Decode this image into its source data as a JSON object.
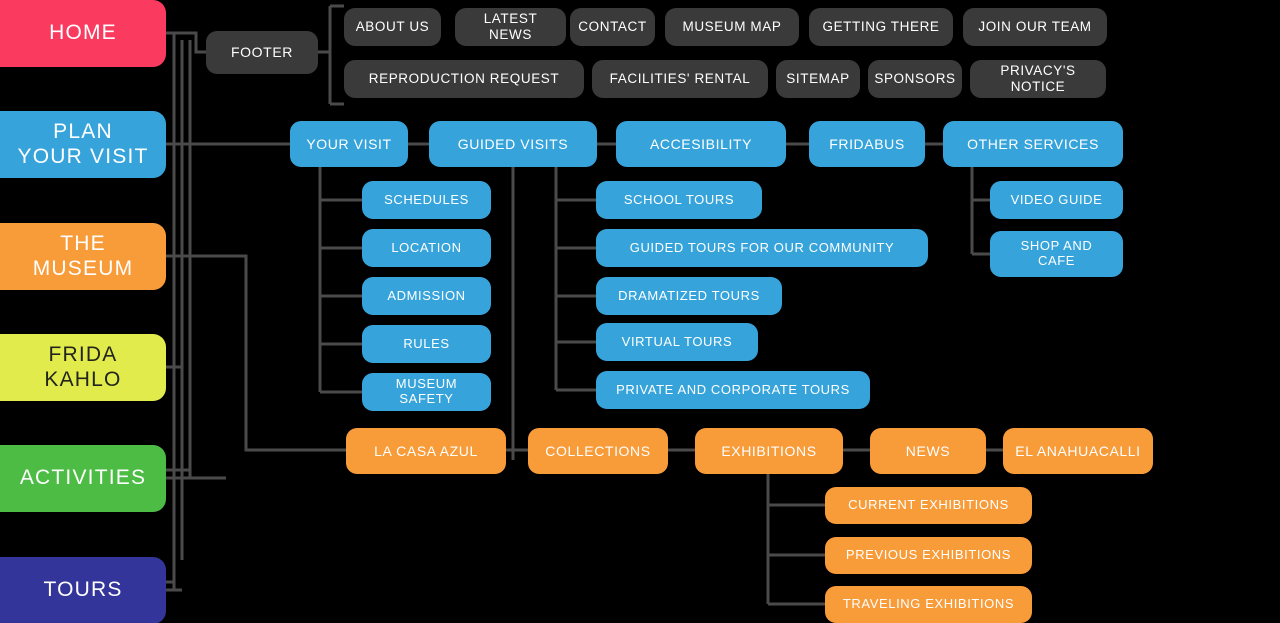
{
  "diagram": {
    "title": "Museum Website Sitemap",
    "background": "#000000",
    "line_color": "#4a4a4a",
    "palette": {
      "home_pink": "#fb3a60",
      "plan_blue": "#36a4db",
      "museum_orange": "#f89b39",
      "frida_yellow": "#e2eb4c",
      "activities_green": "#4cbc45",
      "tours_navy": "#34359b",
      "footer_dark": "#3a3a3a"
    }
  },
  "primary_nav": [
    {
      "id": "home",
      "label": "HOME",
      "color": "pink"
    },
    {
      "id": "plan",
      "label": "PLAN\nYOUR VISIT",
      "color": "blue"
    },
    {
      "id": "museum",
      "label": "THE MUSEUM",
      "color": "orange"
    },
    {
      "id": "frida",
      "label": "FRIDA\nKAHLO",
      "color": "yellow"
    },
    {
      "id": "activities",
      "label": "ACTIVITIES",
      "color": "green"
    },
    {
      "id": "tours",
      "label": "TOURS",
      "color": "navy"
    }
  ],
  "footer": {
    "label": "FOOTER",
    "row1": [
      "ABOUT US",
      "LATEST NEWS",
      "CONTACT",
      "MUSEUM MAP",
      "GETTING THERE",
      "JOIN OUR TEAM"
    ],
    "row2": [
      "REPRODUCTION REQUEST",
      "FACILITIES' RENTAL",
      "SITEMAP",
      "SPONSORS",
      "PRIVACY'S NOTICE"
    ]
  },
  "plan_row": [
    "YOUR VISIT",
    "GUIDED VISITS",
    "ACCESIBILITY",
    "FRIDABUS",
    "OTHER SERVICES"
  ],
  "your_visit_children": [
    "SCHEDULES",
    "LOCATION",
    "ADMISSION",
    "RULES",
    "MUSEUM SAFETY"
  ],
  "guided_visits_children": [
    "SCHOOL TOURS",
    "GUIDED TOURS FOR OUR COMMUNITY",
    "DRAMATIZED TOURS",
    "VIRTUAL TOURS",
    "PRIVATE AND CORPORATE TOURS"
  ],
  "other_services_children": [
    "VIDEO GUIDE",
    "SHOP AND CAFE"
  ],
  "museum_row": [
    "LA CASA AZUL",
    "COLLECTIONS",
    "EXHIBITIONS",
    "NEWS",
    "EL ANAHUACALLI"
  ],
  "exhibitions_children": [
    "CURRENT EXHIBITIONS",
    "PREVIOUS EXHIBITIONS",
    "TRAVELING EXHIBITIONS"
  ]
}
